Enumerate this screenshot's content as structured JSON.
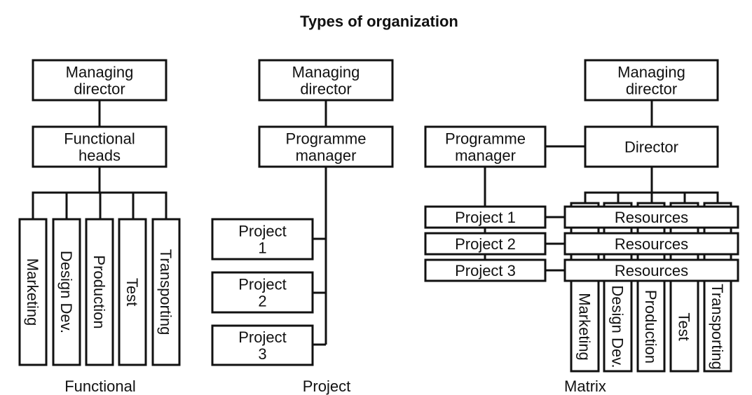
{
  "title": "Types of organization",
  "functional": {
    "caption": "Functional",
    "top": [
      "Managing",
      "director"
    ],
    "heads": [
      "Functional",
      "heads"
    ],
    "departments": [
      "Marketing",
      "Design Dev.",
      "Production",
      "Test",
      "Transporting"
    ]
  },
  "project": {
    "caption": "Project",
    "top": [
      "Managing",
      "director"
    ],
    "manager": [
      "Programme",
      "manager"
    ],
    "projects": [
      [
        "Project",
        "1"
      ],
      [
        "Project",
        "2"
      ],
      [
        "Project",
        "3"
      ]
    ]
  },
  "matrix": {
    "caption": "Matrix",
    "top": [
      "Managing",
      "director"
    ],
    "director": "Director",
    "manager": [
      "Programme",
      "manager"
    ],
    "projects": [
      "Project 1",
      "Project 2",
      "Project 3"
    ],
    "resources": [
      "Resources",
      "Resources",
      "Resources"
    ],
    "departments": [
      "Marketing",
      "Design Dev.",
      "Production",
      "Test",
      "Transporting"
    ]
  }
}
